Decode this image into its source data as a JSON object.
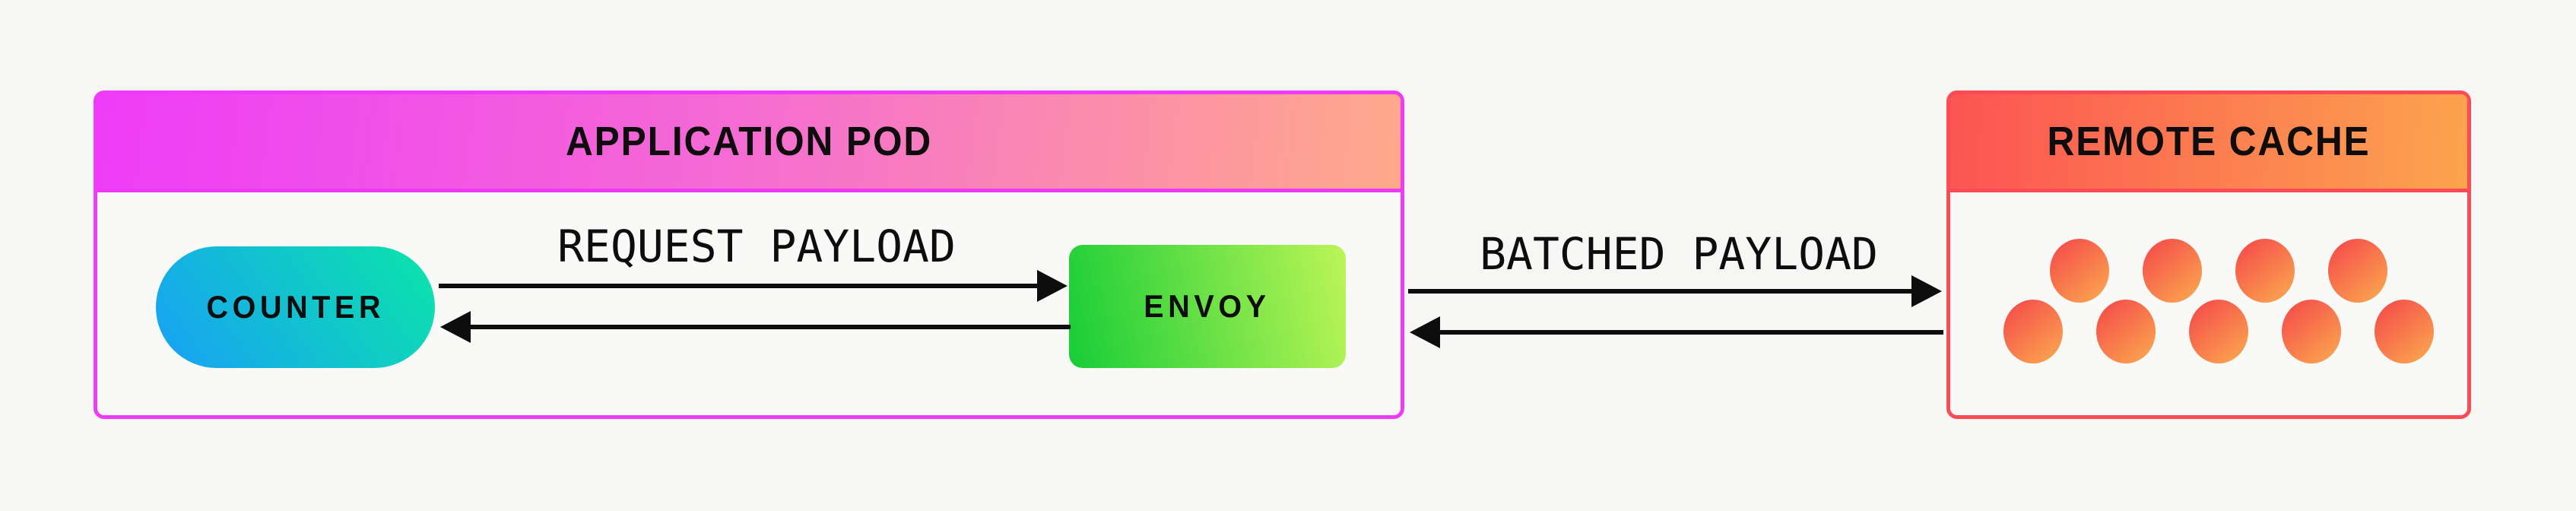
{
  "diagram": {
    "pod": {
      "title": "APPLICATION POD"
    },
    "counter": {
      "label": "COUNTER"
    },
    "envoy": {
      "label": "ENVOY"
    },
    "cache": {
      "title": "REMOTE CACHE",
      "circle_rows": [
        4,
        5
      ]
    },
    "flows": {
      "request_label": "REQUEST PAYLOAD",
      "batched_label": "BATCHED PAYLOAD"
    }
  },
  "colors": {
    "page-bg": "#f6f6f4",
    "box-body-bg": "#f9f9f7",
    "ink": "#0d0d0d",
    "pod-border": "#ee3bf8",
    "pod-header-from": "#ee3cf8",
    "pod-header-mid": "#f56ad4",
    "pod-header-to": "#ffa98a",
    "cache-border": "#fb4b55",
    "cache-header-from": "#fc5452",
    "cache-header-to": "#fca44e",
    "counter-from": "#18a0f5",
    "counter-to": "#0be5a9",
    "envoy-from": "#17cd37",
    "envoy-to": "#bdf556",
    "circle-from": "#f5514b",
    "circle-to": "#fba44e"
  }
}
